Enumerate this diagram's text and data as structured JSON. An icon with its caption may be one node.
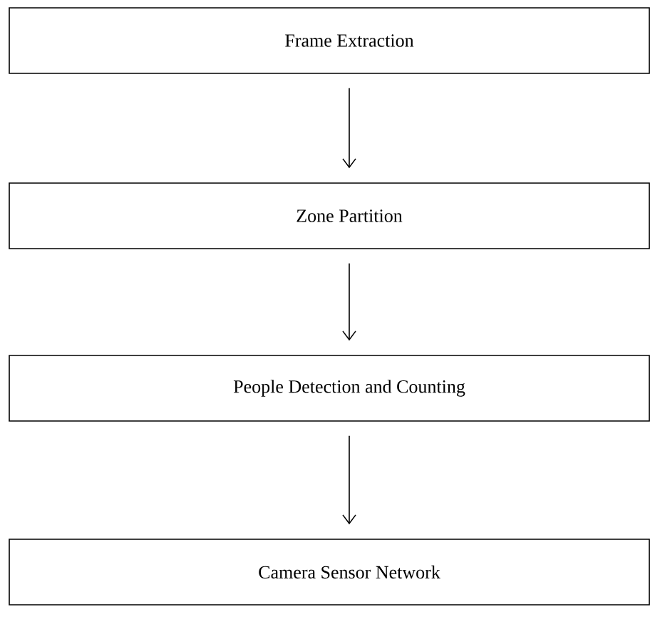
{
  "diagram": {
    "nodes": [
      {
        "text": [
          "Frame Extraction"
        ]
      },
      {
        "text": [
          "Zone Partition"
        ]
      },
      {
        "text": [
          "People Detection and Counting"
        ]
      },
      {
        "text": [
          "Camera Sensor Network"
        ]
      }
    ],
    "edges": [
      {
        "from": 0,
        "to": 1,
        "arrow": "to"
      },
      {
        "from": 1,
        "to": 2,
        "arrow": "to"
      },
      {
        "from": 2,
        "to": 3,
        "arrow": "to"
      }
    ]
  }
}
